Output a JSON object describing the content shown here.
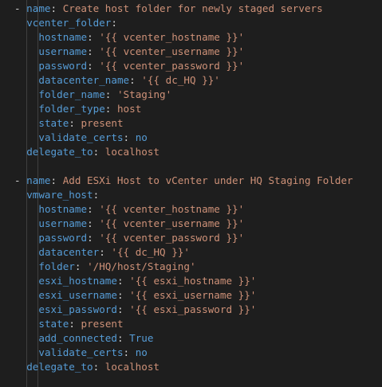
{
  "editor": {
    "language": "yaml",
    "colors": {
      "background": "#1e1e1e",
      "key": "#569cd6",
      "string": "#ce9178",
      "text": "#d4d4d4",
      "indent_guide": "#404040"
    },
    "tasks": [
      {
        "name_key": "name",
        "name_value": "Create host folder for newly staged servers",
        "module": "vcenter_folder",
        "params": [
          {
            "key": "hostname",
            "value": "'{{ vcenter_hostname }}'",
            "kind": "string"
          },
          {
            "key": "username",
            "value": "'{{ vcenter_username }}'",
            "kind": "string"
          },
          {
            "key": "password",
            "value": "'{{ vcenter_password }}'",
            "kind": "string"
          },
          {
            "key": "datacenter_name",
            "value": "'{{ dc_HQ }}'",
            "kind": "string"
          },
          {
            "key": "folder_name",
            "value": "'Staging'",
            "kind": "string"
          },
          {
            "key": "folder_type",
            "value": "host",
            "kind": "string"
          },
          {
            "key": "state",
            "value": "present",
            "kind": "string"
          },
          {
            "key": "validate_certs",
            "value": "no",
            "kind": "bool"
          }
        ],
        "delegate_key": "delegate_to",
        "delegate_value": "localhost"
      },
      {
        "name_key": "name",
        "name_value": "Add ESXi Host to vCenter under HQ Staging Folder",
        "module": "vmware_host",
        "params": [
          {
            "key": "hostname",
            "value": "'{{ vcenter_hostname }}'",
            "kind": "string"
          },
          {
            "key": "username",
            "value": "'{{ vcenter_username }}'",
            "kind": "string"
          },
          {
            "key": "password",
            "value": "'{{ vcenter_password }}'",
            "kind": "string"
          },
          {
            "key": "datacenter",
            "value": "'{{ dc_HQ }}'",
            "kind": "string"
          },
          {
            "key": "folder",
            "value": "'/HQ/host/Staging'",
            "kind": "string"
          },
          {
            "key": "esxi_hostname",
            "value": "'{{ esxi_hostname }}'",
            "kind": "string"
          },
          {
            "key": "esxi_username",
            "value": "'{{ esxi_username }}'",
            "kind": "string"
          },
          {
            "key": "esxi_password",
            "value": "'{{ esxi_password }}'",
            "kind": "string"
          },
          {
            "key": "state",
            "value": "present",
            "kind": "string"
          },
          {
            "key": "add_connected",
            "value": "True",
            "kind": "bool"
          },
          {
            "key": "validate_certs",
            "value": "no",
            "kind": "bool"
          }
        ],
        "delegate_key": "delegate_to",
        "delegate_value": "localhost"
      }
    ]
  }
}
